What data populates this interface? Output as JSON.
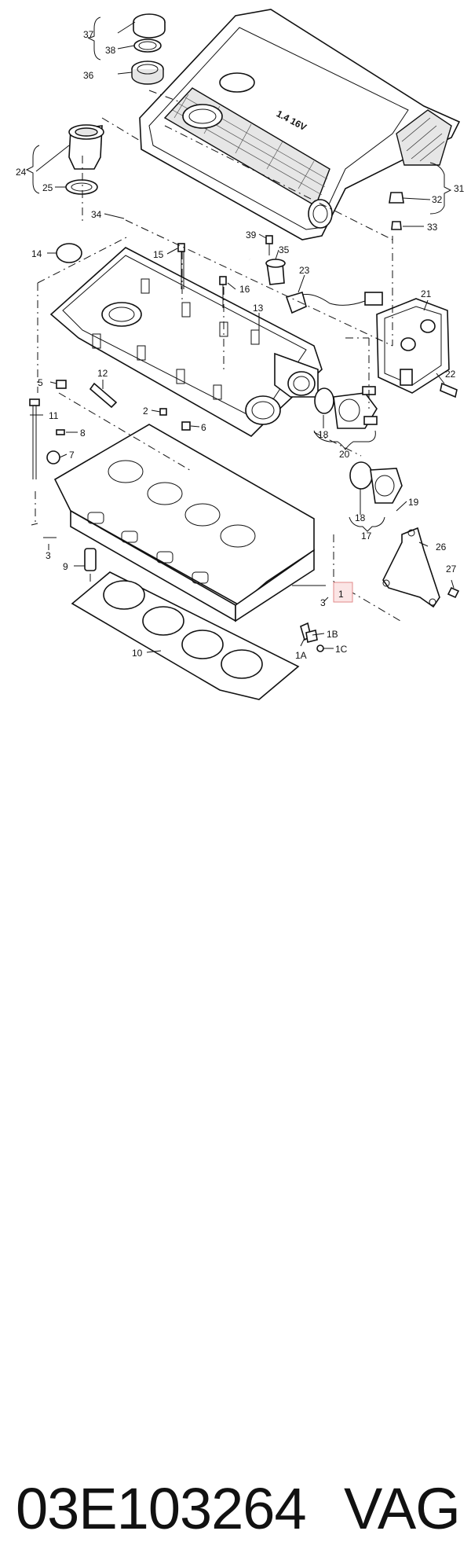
{
  "diagram": {
    "callouts": [
      "37",
      "38",
      "36",
      "24",
      "25",
      "34",
      "39",
      "35",
      "14",
      "15",
      "16",
      "23",
      "13",
      "21",
      "31",
      "32",
      "33",
      "5",
      "12",
      "22",
      "11",
      "2",
      "6",
      "8",
      "7",
      "18",
      "20",
      "19",
      "17",
      "26",
      "3",
      "9",
      "27",
      "1",
      "1B",
      "1A",
      "1C",
      "10"
    ],
    "engine_badge": "1.4 16V",
    "highlighted_callout": "1"
  },
  "caption": {
    "part_number": "03E103264",
    "brand": "VAG"
  },
  "colors": {
    "line": "#111111",
    "highlight_box": "#e28a8a",
    "highlight_fill": "#fbe5e5"
  }
}
